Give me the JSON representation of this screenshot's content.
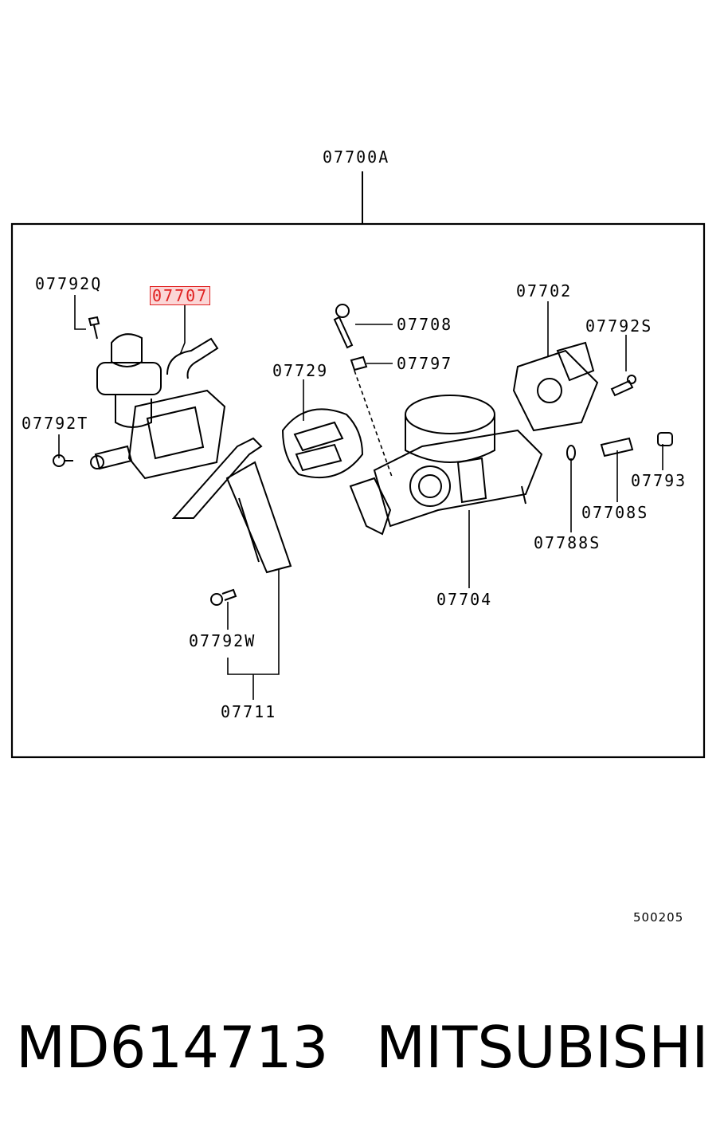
{
  "assembly_label": "07700A",
  "labels": {
    "p07792Q": "07792Q",
    "p07707": "07707",
    "p07708": "07708",
    "p07702": "07702",
    "p07792S": "07792S",
    "p07797": "07797",
    "p07729": "07729",
    "p07792T": "07792T",
    "p07793": "07793",
    "p07708S": "07708S",
    "p07788S": "07788S",
    "p07704": "07704",
    "p07792W": "07792W",
    "p07711": "07711"
  },
  "highlighted_part": "07707",
  "ref_code": "500205",
  "footer": {
    "part_number": "MD614713",
    "brand": "MITSUBISHI"
  },
  "colors": {
    "highlight": "#e02020",
    "ink": "#000000"
  }
}
